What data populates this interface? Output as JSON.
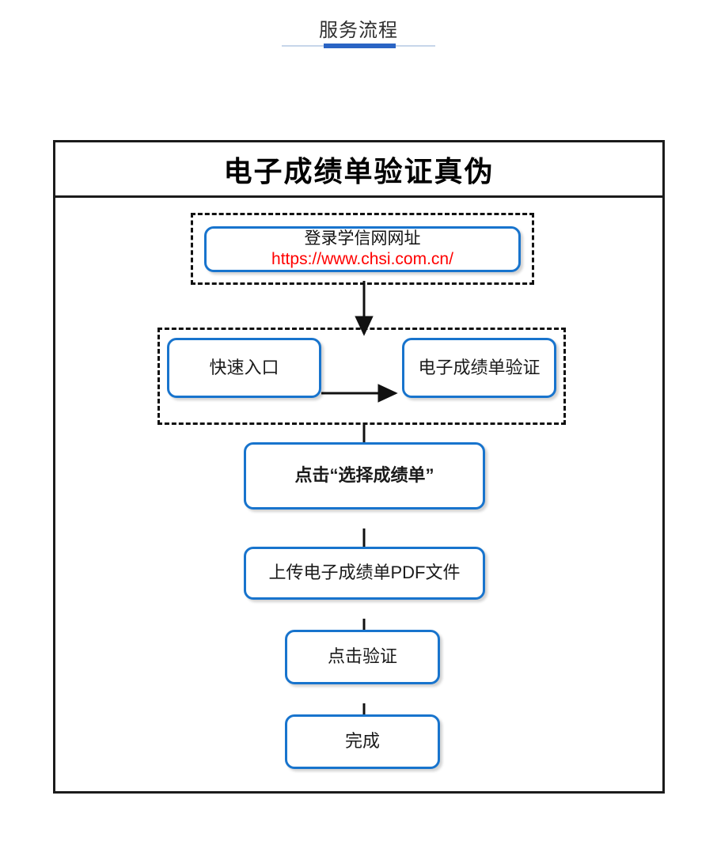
{
  "header": {
    "title": "服务流程",
    "accent_color": "#2a64c4",
    "rule_color": "#c7d6ea"
  },
  "diagram": {
    "title": "电子成绩单验证真伪",
    "node_border_color": "#1874CD",
    "group_border_color": "#111111",
    "url_color": "#ff0000",
    "groups": [
      {
        "name": "login-group"
      },
      {
        "name": "entry-group"
      }
    ],
    "nodes": [
      {
        "id": "login",
        "line1": "登录学信网网址",
        "line2": "https://www.chsi.com.cn/"
      },
      {
        "id": "quick-entry",
        "label": "快速入口"
      },
      {
        "id": "transcript-verify",
        "label": "电子成绩单验证"
      },
      {
        "id": "select-transcript",
        "label": "点击“选择成绩单”"
      },
      {
        "id": "upload-pdf",
        "label": "上传电子成绩单PDF文件"
      },
      {
        "id": "click-verify",
        "label": "点击验证"
      },
      {
        "id": "finish",
        "label": "完成"
      }
    ]
  }
}
